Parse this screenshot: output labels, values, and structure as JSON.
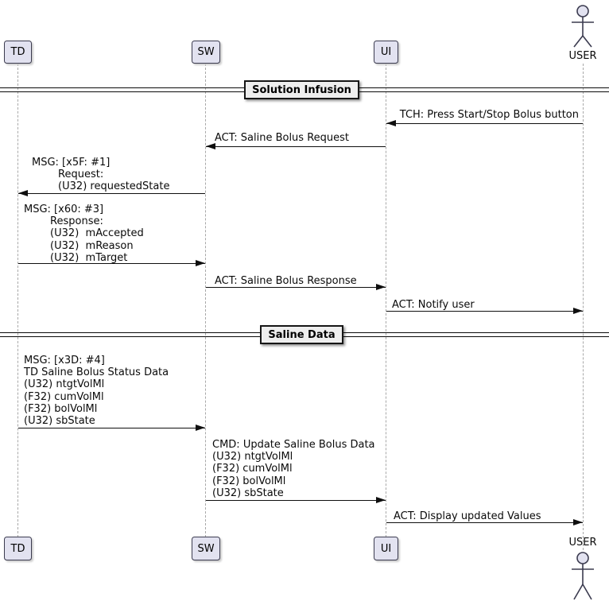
{
  "diagram": {
    "title_hint": "UML sequence diagram: Saline Bolus flow",
    "participants": [
      {
        "id": "TD",
        "label": "TD",
        "type": "participant"
      },
      {
        "id": "SW",
        "label": "SW",
        "type": "participant"
      },
      {
        "id": "UI",
        "label": "UI",
        "type": "participant"
      },
      {
        "id": "USER",
        "label": "USER",
        "type": "actor"
      }
    ],
    "dividers": [
      {
        "label": "Solution Infusion"
      },
      {
        "label": "Saline Data"
      }
    ],
    "messages": [
      {
        "from": "USER",
        "to": "UI",
        "label": "TCH: Press Start/Stop Bolus button"
      },
      {
        "from": "UI",
        "to": "SW",
        "label": "ACT: Saline Bolus Request"
      },
      {
        "from": "SW",
        "to": "TD",
        "label": "MSG: [x5F: #1]\n        Request:\n        (U32) requestedState"
      },
      {
        "from": "TD",
        "to": "SW",
        "label": "MSG: [x60: #3]\n        Response:\n        (U32)  mAccepted\n        (U32)  mReason\n        (U32)  mTarget"
      },
      {
        "from": "SW",
        "to": "UI",
        "label": "ACT: Saline Bolus Response"
      },
      {
        "from": "UI",
        "to": "USER",
        "label": "ACT: Notify user"
      },
      {
        "from": "TD",
        "to": "SW",
        "label": "MSG: [x3D: #4]\nTD Saline Bolus Status Data\n(U32) ntgtVolMl\n(F32) cumVolMl\n(F32) bolVolMl\n(U32) sbState"
      },
      {
        "from": "SW",
        "to": "UI",
        "label": "CMD: Update Saline Bolus Data\n(U32) ntgtVolMl\n(F32) cumVolMl\n(F32) bolVolMl\n(U32) sbState"
      },
      {
        "from": "UI",
        "to": "USER",
        "label": "ACT: Display updated Values"
      }
    ],
    "colors": {
      "participant_fill": "#E2E2F0",
      "participant_border": "#3B3B4F",
      "divider_fill": "#EEEEEE",
      "line": "#0F0F0F",
      "lifeline": "#A8A8A8",
      "background": "#FFFFFF"
    }
  }
}
